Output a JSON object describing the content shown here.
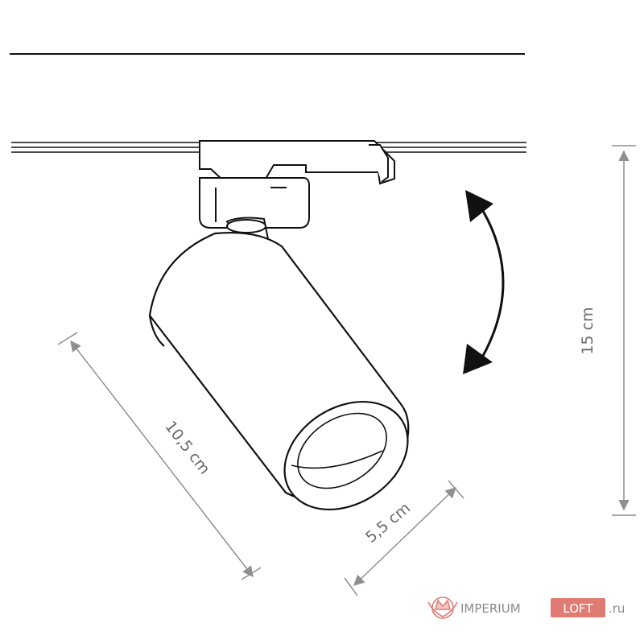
{
  "dimensions": {
    "height": "15 cm",
    "length": "10,5 cm",
    "diameter": "5,5 cm"
  },
  "watermark": {
    "brand_part1": "IMPERIUM",
    "brand_part2": "LOFT",
    "domain": ".ru",
    "accent_color": "#e07b73",
    "text_color": "#8a8a8a"
  },
  "icons": {
    "rotation": "curved-double-arrow-icon",
    "watermark_logo": "crown-logo-icon"
  },
  "colors": {
    "line": "#111111",
    "dimension": "#8f8f8f"
  }
}
